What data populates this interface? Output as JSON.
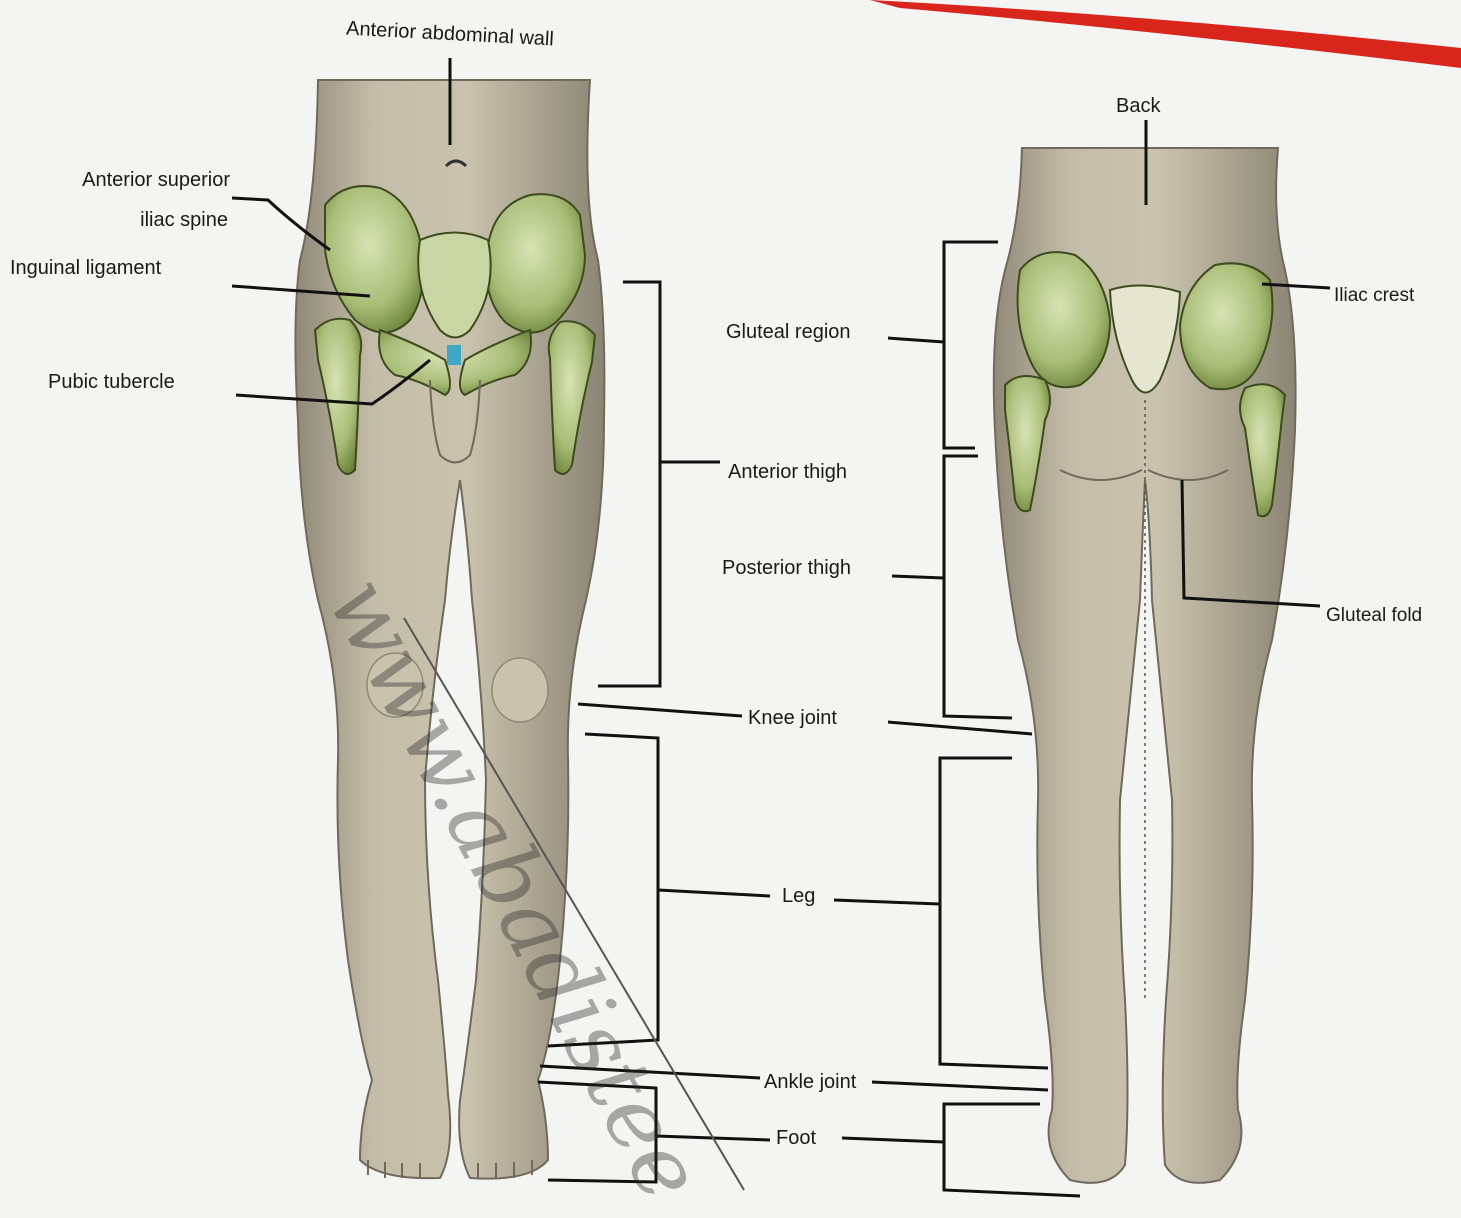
{
  "labels": {
    "anterior_abdominal_wall": "Anterior abdominal wall",
    "asis_line1": "Anterior superior",
    "asis_line2": "iliac spine",
    "inguinal_ligament": "Inguinal ligament",
    "pubic_tubercle": "Pubic tubercle",
    "gluteal_region": "Gluteal region",
    "anterior_thigh": "Anterior thigh",
    "posterior_thigh": "Posterior thigh",
    "knee_joint": "Knee joint",
    "leg": "Leg",
    "ankle_joint": "Ankle joint",
    "foot": "Foot",
    "back": "Back",
    "iliac_crest": "Iliac crest",
    "gluteal_fold": "Gluteal fold"
  },
  "watermark": "www.abadistee",
  "colors": {
    "skin": "#bdb7a3",
    "skin_shadow": "#8f8a78",
    "bone": "#b7c98a",
    "bone_dark": "#6e8a3c",
    "accent_red": "#d9261c",
    "line": "#111111"
  }
}
